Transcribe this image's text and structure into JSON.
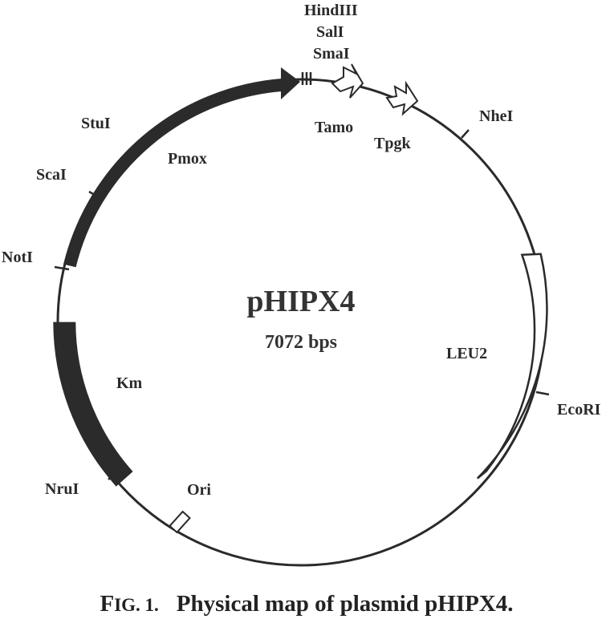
{
  "plasmid": {
    "name": "pHIPX4",
    "size_label": "7072 bps"
  },
  "caption": {
    "fig_first": "F",
    "fig_rest": "IG. 1.",
    "text": "Physical map of plasmid pHIPX4."
  },
  "colors": {
    "ink": "#2a2a2a",
    "feature_fill": "#2b2b2b"
  },
  "sites": [
    {
      "id": "hindiii",
      "label": "HindIII"
    },
    {
      "id": "sali",
      "label": "SalI"
    },
    {
      "id": "smai",
      "label": "SmaI"
    },
    {
      "id": "nhei",
      "label": "NheI"
    },
    {
      "id": "ecori",
      "label": "EcoRI"
    },
    {
      "id": "nrui",
      "label": "NruI"
    },
    {
      "id": "noti",
      "label": "NotI"
    },
    {
      "id": "scai",
      "label": "ScaI"
    },
    {
      "id": "stui",
      "label": "StuI"
    }
  ],
  "features": [
    {
      "id": "pmox",
      "label": "Pmox"
    },
    {
      "id": "tamo",
      "label": "Tamo"
    },
    {
      "id": "tpgk",
      "label": "Tpgk"
    },
    {
      "id": "leu2",
      "label": "LEU2"
    },
    {
      "id": "km",
      "label": "Km"
    },
    {
      "id": "ori",
      "label": "Ori"
    }
  ]
}
